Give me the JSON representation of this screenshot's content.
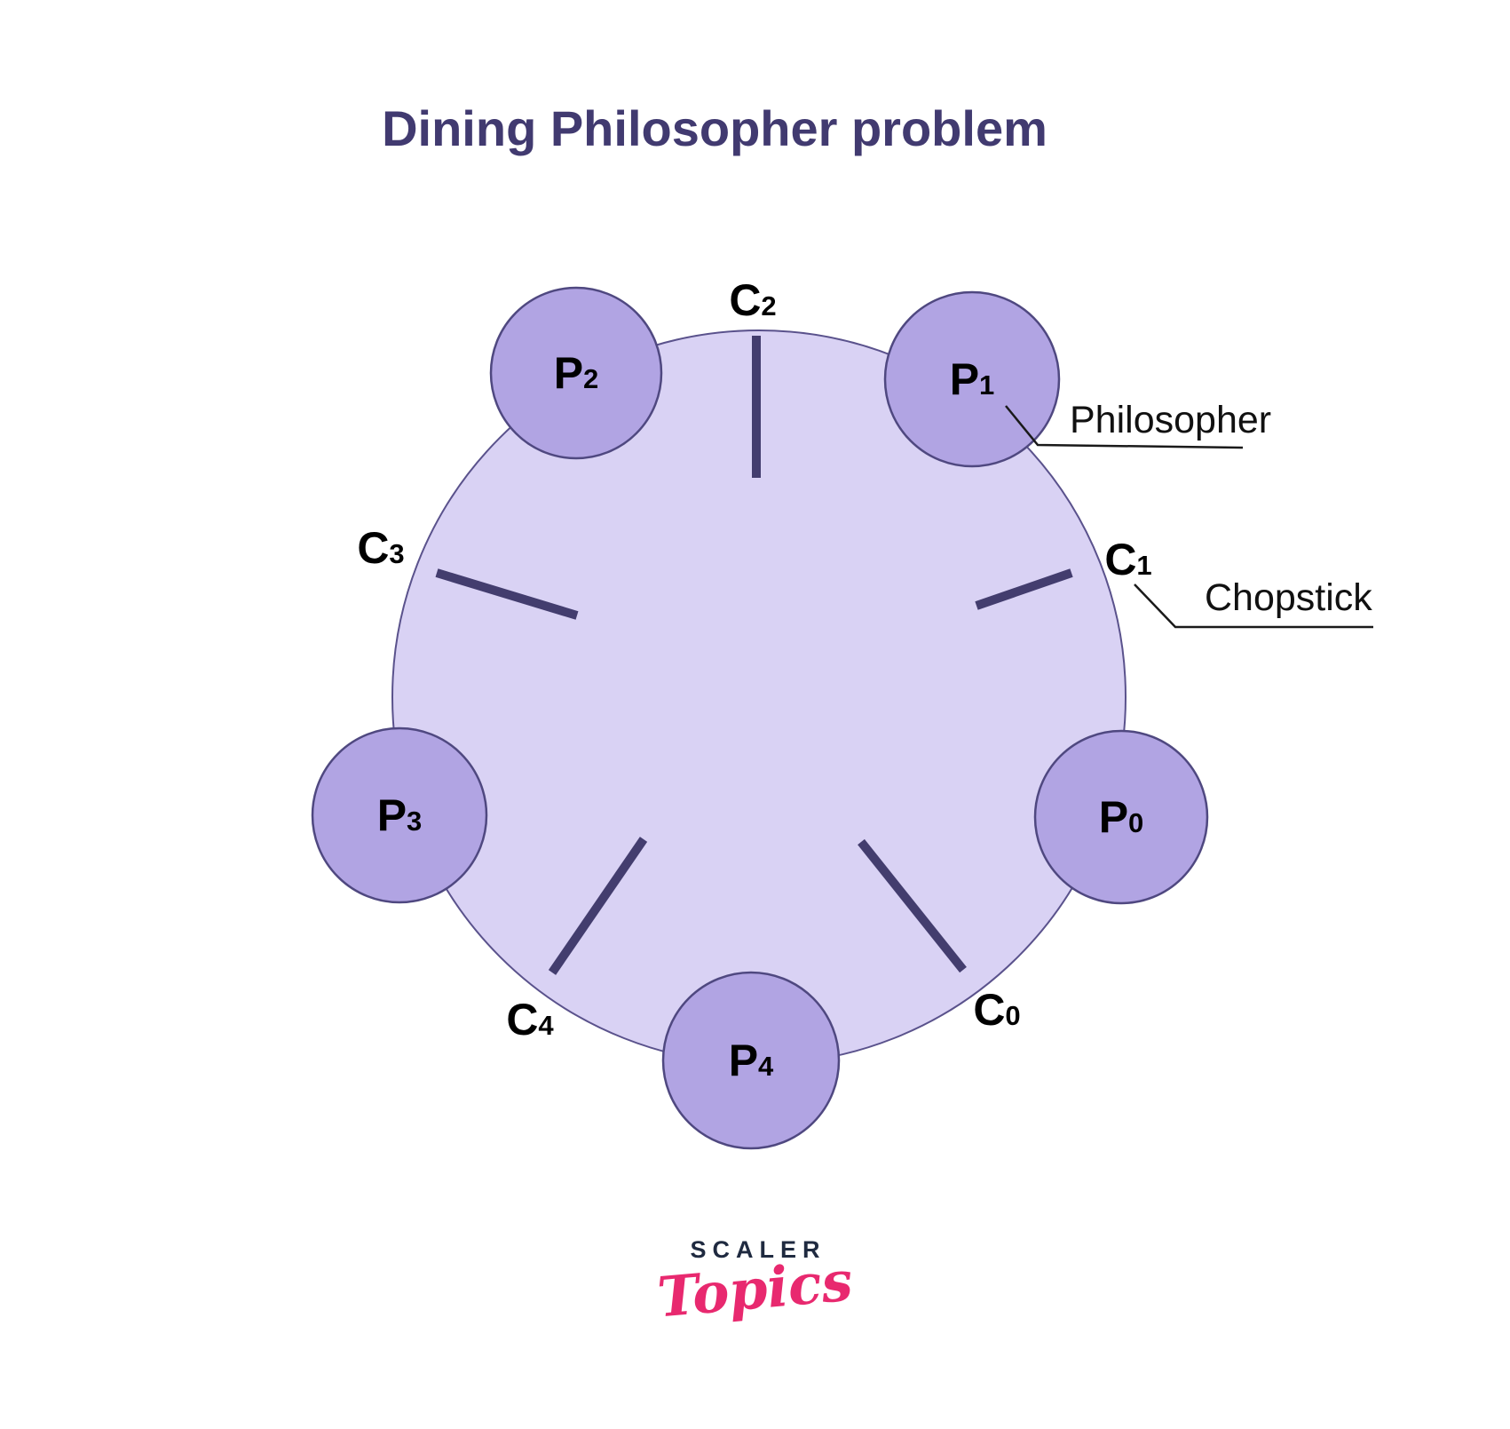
{
  "title": "Dining Philosopher problem",
  "philosophers": [
    {
      "name": "P0",
      "letter": "P",
      "sub": "0"
    },
    {
      "name": "P1",
      "letter": "P",
      "sub": "1"
    },
    {
      "name": "P2",
      "letter": "P",
      "sub": "2"
    },
    {
      "name": "P3",
      "letter": "P",
      "sub": "3"
    },
    {
      "name": "P4",
      "letter": "P",
      "sub": "4"
    }
  ],
  "chopsticks": [
    {
      "name": "C0",
      "letter": "C",
      "sub": "0"
    },
    {
      "name": "C1",
      "letter": "C",
      "sub": "1"
    },
    {
      "name": "C2",
      "letter": "C",
      "sub": "2"
    },
    {
      "name": "C3",
      "letter": "C",
      "sub": "3"
    },
    {
      "name": "C4",
      "letter": "C",
      "sub": "4"
    }
  ],
  "annotations": {
    "philosopher": "Philosopher",
    "chopstick": "Chopstick"
  },
  "logo": {
    "scaler": "SCALER",
    "topics": "Topics"
  },
  "colors": {
    "table_fill": "#d9d2f4",
    "table_stroke": "#5a528c",
    "philosopher_fill": "#b1a4e3",
    "philosopher_stroke": "#4f4880",
    "chopstick": "#433d6e",
    "leader_line": "#1a1a1a",
    "label_text": "#000000",
    "title_text": "#413a70",
    "logo_scaler": "#1f2a40",
    "logo_topics": "#e8296f"
  }
}
